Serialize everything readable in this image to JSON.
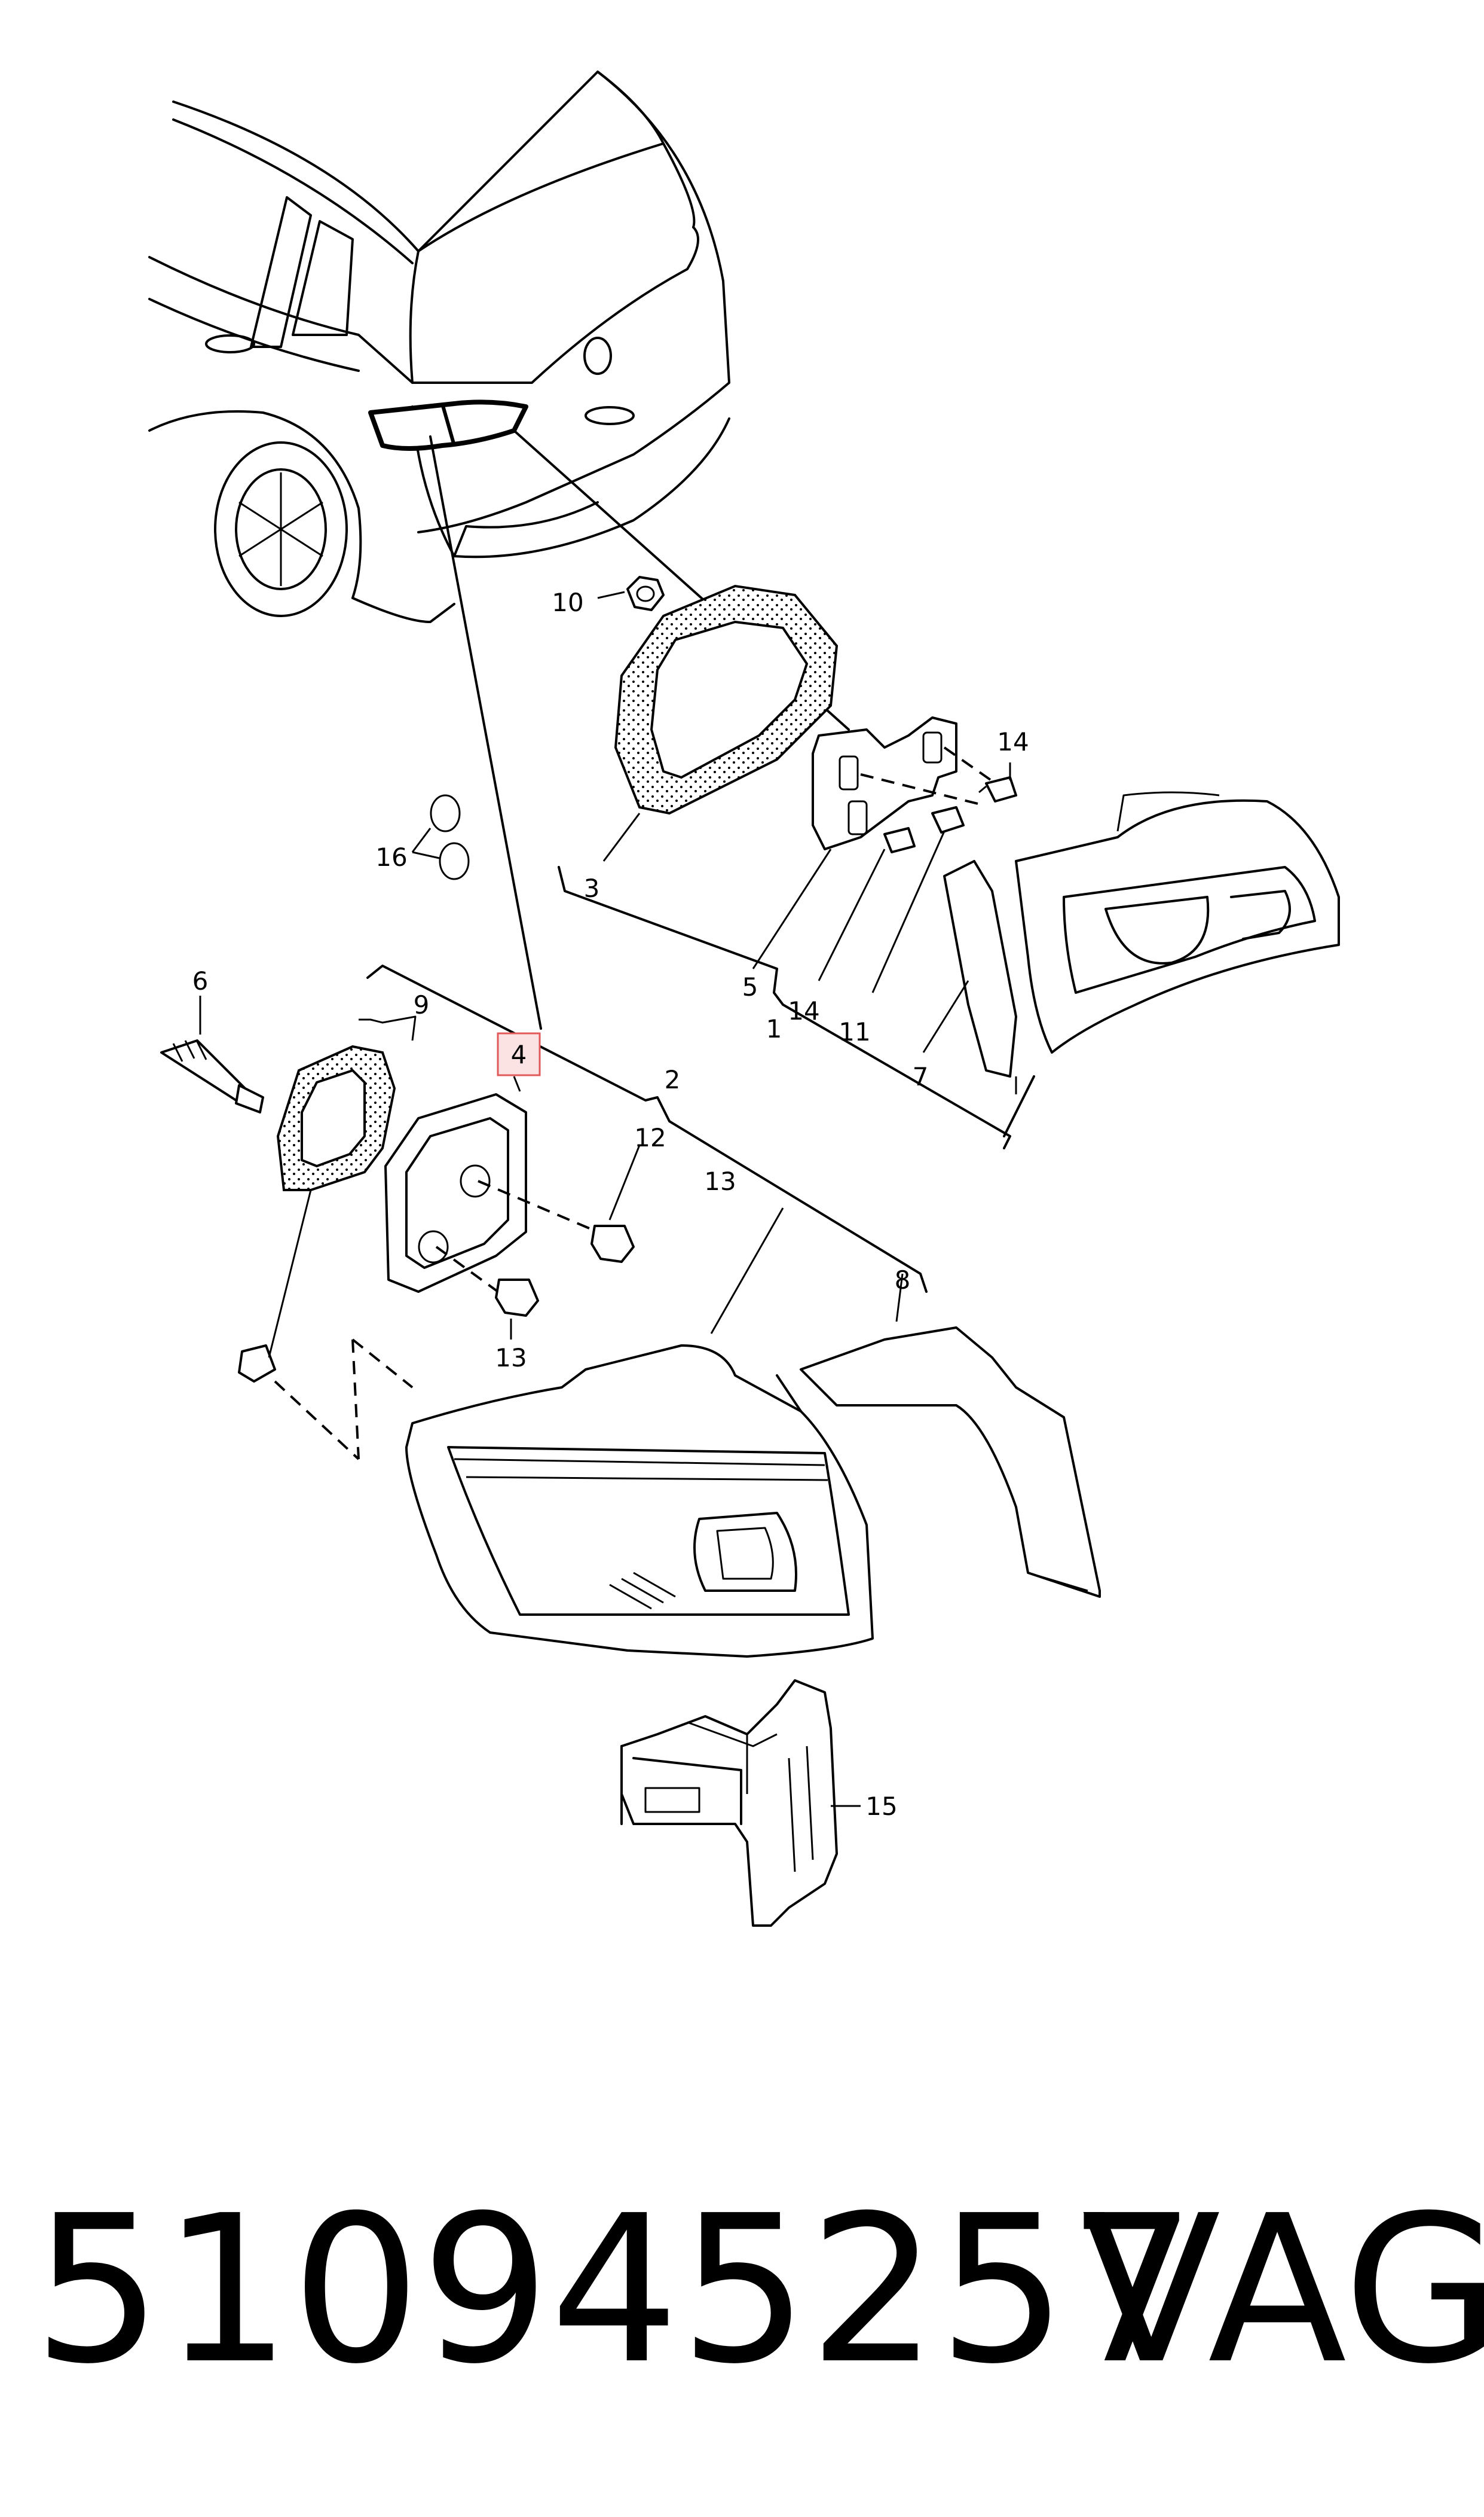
{
  "callouts": {
    "c1": "1",
    "c2": "2",
    "c3": "3",
    "c4": "4",
    "c5": "5",
    "c6": "6",
    "c7": "7",
    "c8": "8",
    "c9": "9",
    "c10": "10",
    "c11": "11",
    "c12": "12",
    "c13a": "13",
    "c13b": "13",
    "c14a": "14",
    "c14b": "14",
    "c15": "15",
    "c16": "16"
  },
  "highlight": {
    "label": "4",
    "color": "#e05a5a",
    "fill": "#fbe3e3"
  },
  "caption": {
    "part_number": "510945257",
    "brand": "VAG"
  }
}
